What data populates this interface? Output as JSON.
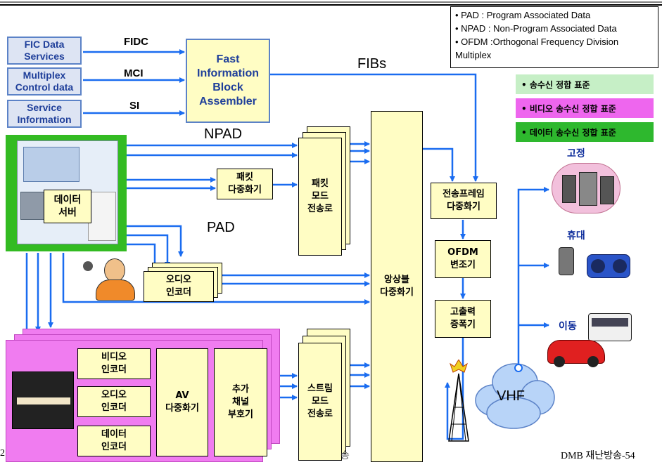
{
  "glossary": {
    "lines": [
      "• PAD : Program Associated Data",
      "• NPAD : Non-Program Associated Data",
      "• OFDM :Orthogonal Frequency Division",
      "Multiplex"
    ]
  },
  "legend": {
    "items": [
      {
        "label": "• 송수신 정합 표준",
        "color": "#c6efc6"
      },
      {
        "label": "• 비디오 송수신 정합 표준",
        "color": "#ee66ee"
      },
      {
        "label": "• 데이터 송수신 정합 표준",
        "color": "#2eb82e"
      }
    ]
  },
  "inputs": {
    "fic": "FIC Data\nServices",
    "mux": "Multiplex\nControl data",
    "svc": "Service\nInformation"
  },
  "signals": {
    "fidc": "FIDC",
    "mci": "MCI",
    "si": "SI",
    "fibs": "FIBs",
    "npad": "NPAD",
    "pad": "PAD"
  },
  "blocks": {
    "fiba": "Fast\nInformation\nBlock\nAssembler",
    "data_server": "데이터\n서버",
    "packet_mux": "패킷\n다중화기",
    "packet_mode": "패킷\n모드\n전송로",
    "audio_encoder": "오디오\n인코더",
    "ensemble_mux": "앙상블\n다중화기",
    "frame_mux": "전송프레임\n다중화기",
    "ofdm": "OFDM\n변조기",
    "amp": "고출력\n증폭기",
    "video_enc": "비디오\n인코더",
    "audio_enc2": "오디오\n인코더",
    "data_enc": "데이터\n인코더",
    "av_mux": "AV\n다중화기",
    "extra_ch": "추가\n채널\n부호기",
    "stream_mode": "스트림\n모드\n전송로",
    "vhf": "VHF"
  },
  "receivers": {
    "fixed": "고정",
    "portable": "휴대",
    "mobile": "이동"
  },
  "footer": {
    "left": "2",
    "center": "송",
    "right": "DMB 재난방송-54"
  }
}
